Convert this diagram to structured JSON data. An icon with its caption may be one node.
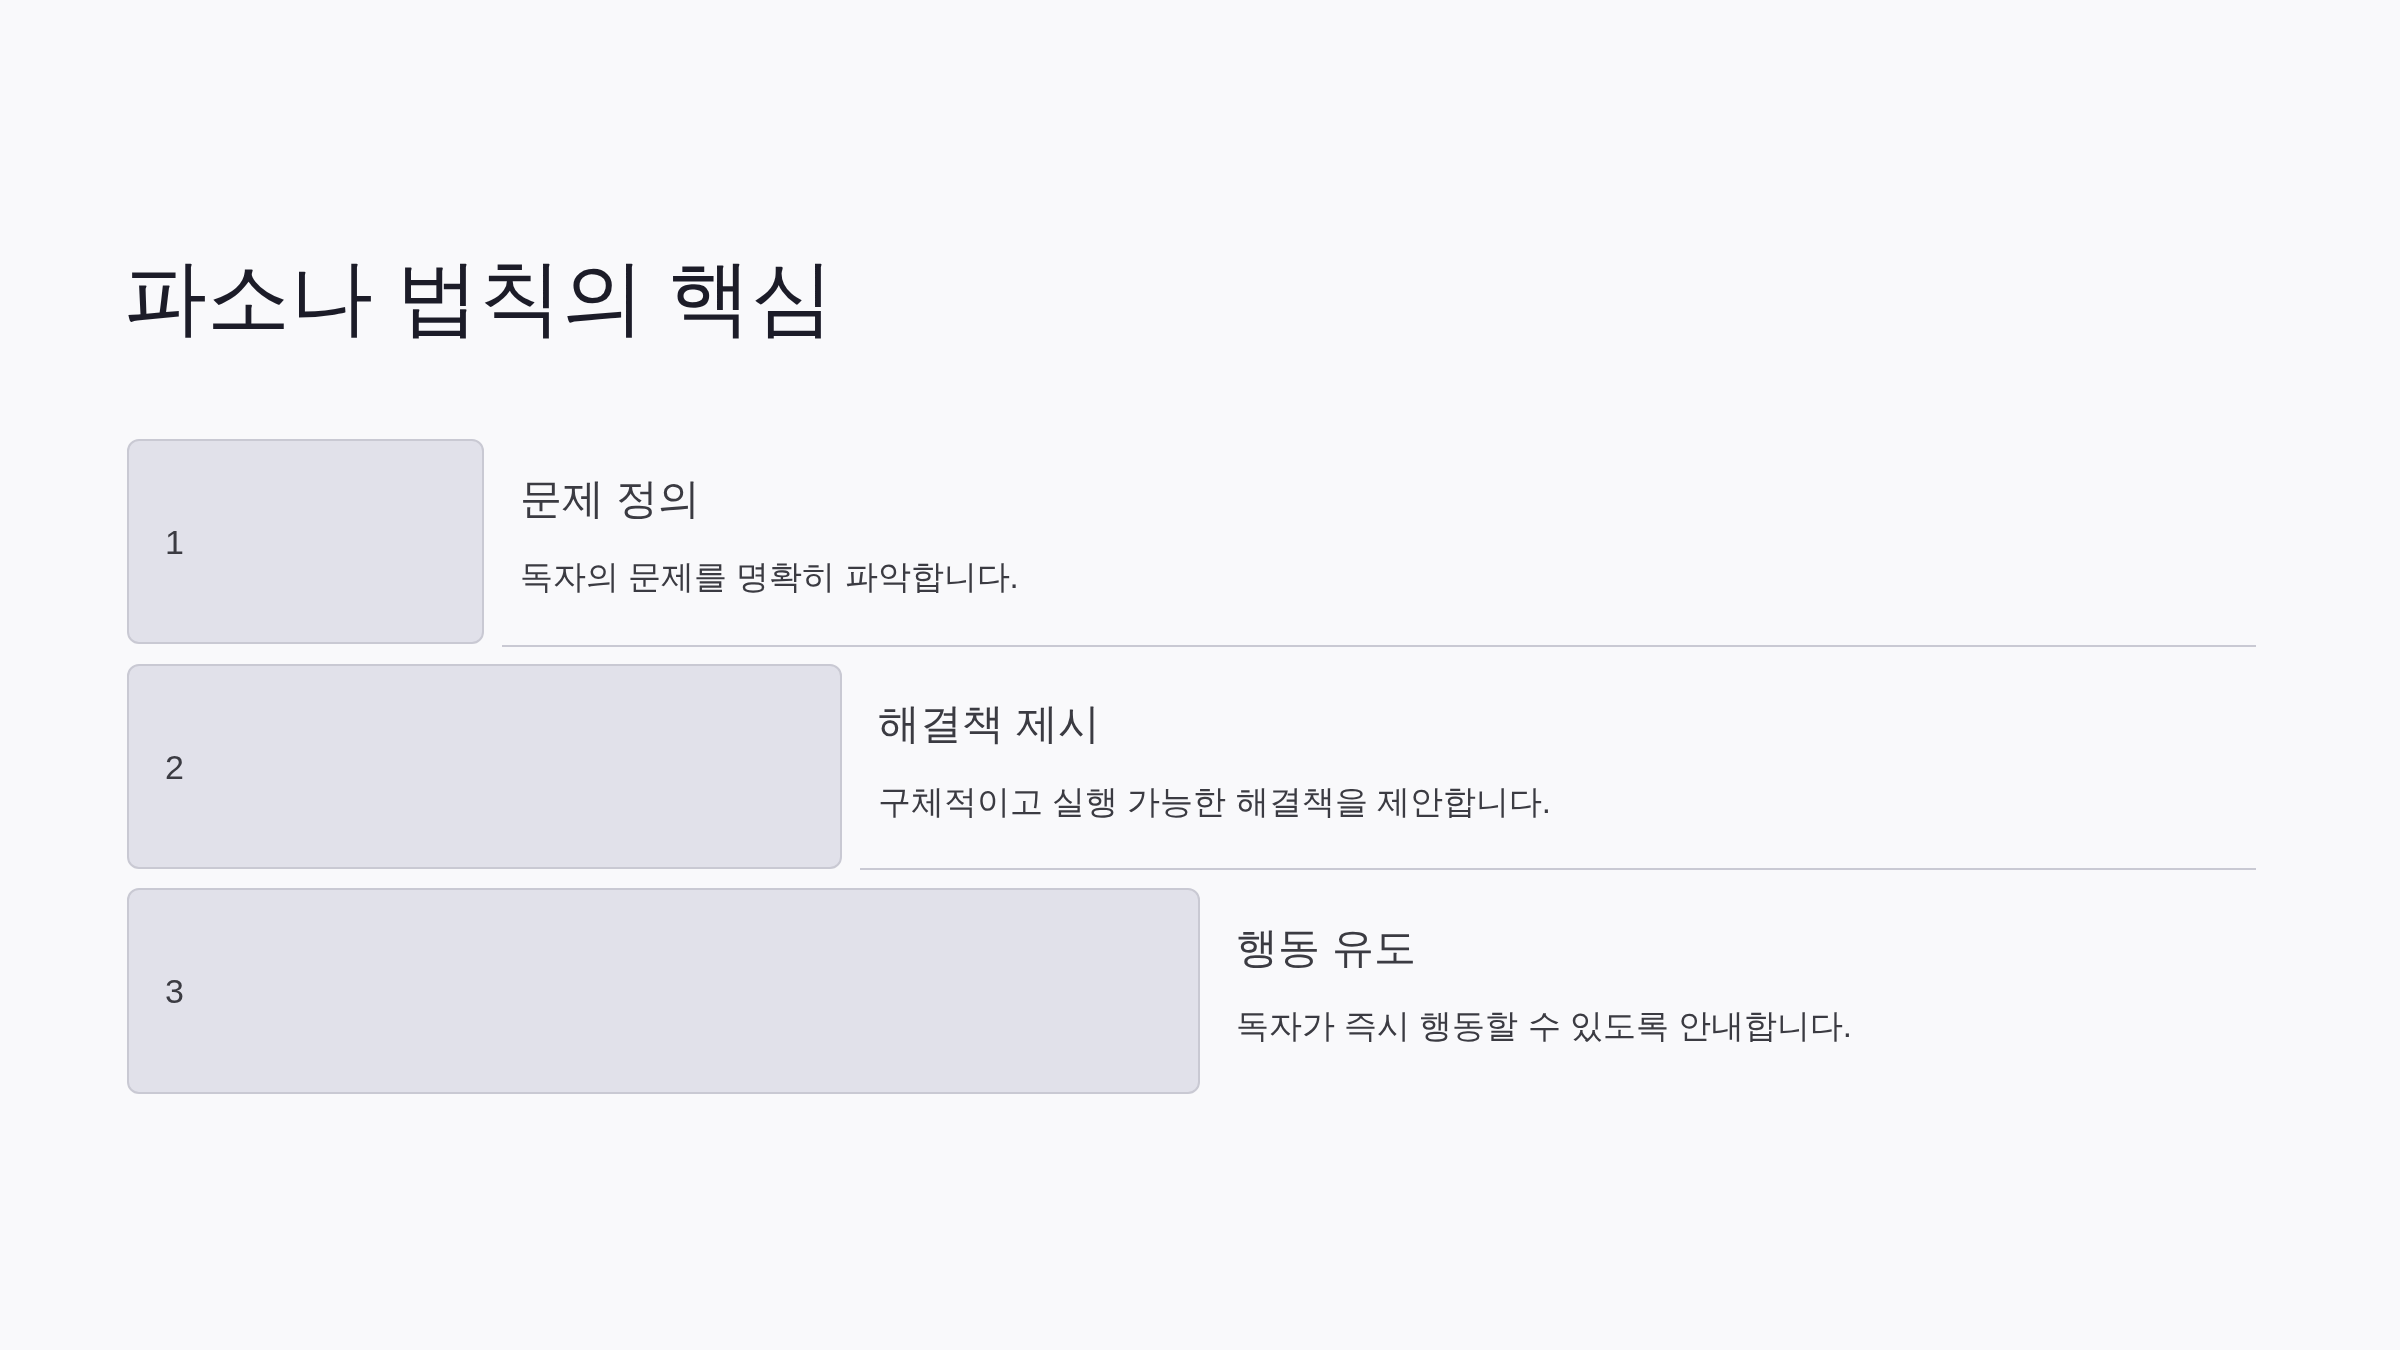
{
  "diagram": {
    "title": "파소나 법칙의 핵심",
    "nodes": [
      {
        "text": [
          "1"
        ],
        "beside": [
          "문제 정의",
          "독자의 문제를 명확히 파악합니다."
        ]
      },
      {
        "text": [
          "2"
        ],
        "beside": [
          "해결책 제시",
          "구체적이고 실행 가능한 해결책을 제안합니다."
        ]
      },
      {
        "text": [
          "3"
        ],
        "beside": [
          "행동 유도",
          "독자가 즉시 행동할 수 있도록 안내합니다."
        ]
      }
    ]
  }
}
